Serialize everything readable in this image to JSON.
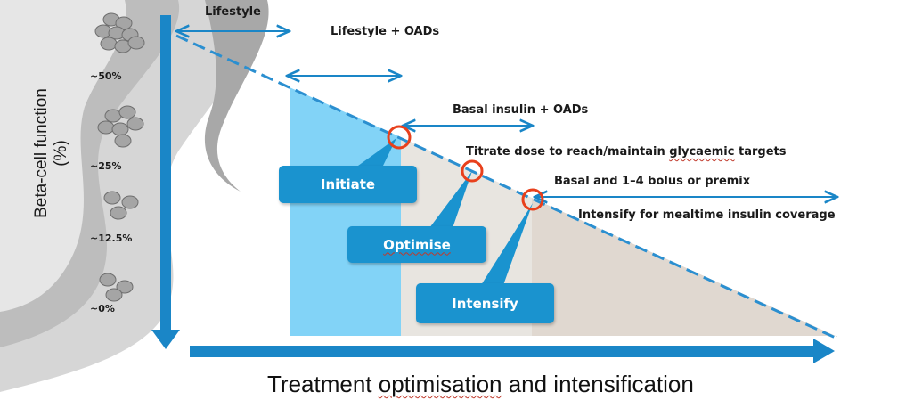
{
  "y_axis": {
    "label": "Beta-cell function (%)"
  },
  "x_axis": {
    "label": "Treatment optimisation and intensification"
  },
  "beta_cell_levels": [
    "~50%",
    "~25%",
    "~12.5%",
    "~0%"
  ],
  "therapy_stages": {
    "lifestyle": "Lifestyle",
    "lifestyle_oads": "Lifestyle + OADs",
    "basal_oads": "Basal insulin + OADs",
    "titrate": "Titrate dose to reach/maintain glycaemic targets",
    "basal_bolus": "Basal and 1–4 bolus or premix",
    "mealtime": "Intensify for mealtime insulin coverage"
  },
  "callouts": {
    "initiate": "Initiate",
    "optimise": "Optimise",
    "intensify": "Intensify"
  },
  "colors": {
    "accent_blue": "#1a93cf",
    "light_blue_fill": "#82d3f7",
    "light_grey_fill": "#e8e5e0",
    "beige_fill": "#e0d8d0",
    "marker_red": "#e8401c",
    "arrow_blue": "#1a86c7"
  }
}
